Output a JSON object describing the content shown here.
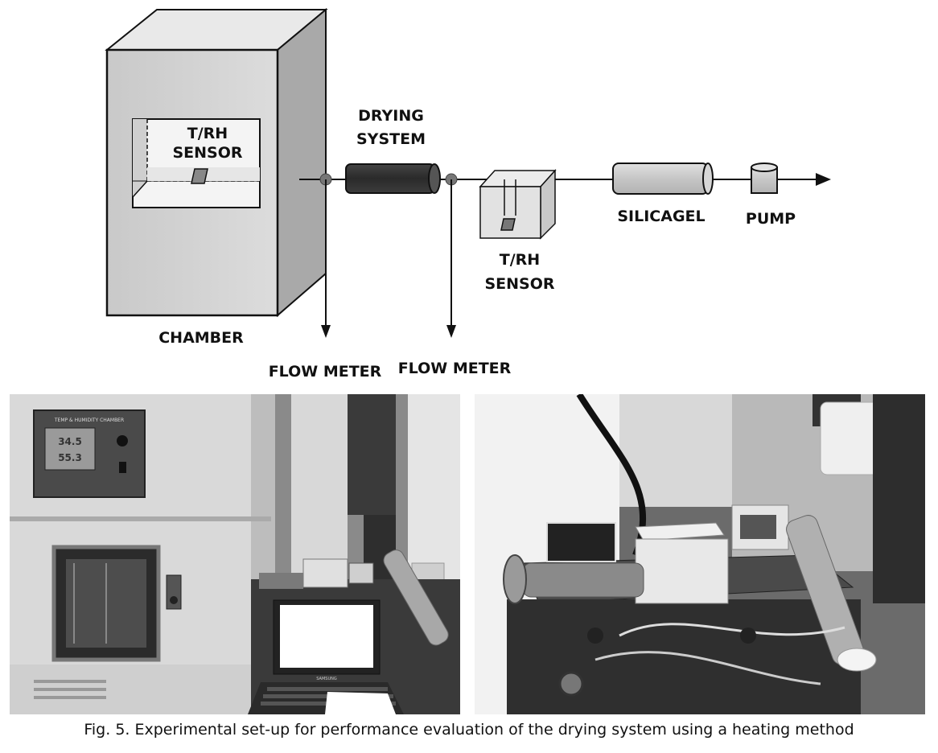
{
  "diagram": {
    "labels": {
      "chamber_sensor": [
        "T/RH",
        "SENSOR"
      ],
      "drying_system": [
        "DRYING",
        "SYSTEM"
      ],
      "outlet_sensor": [
        "T/RH",
        "SENSOR"
      ],
      "silicagel": "SILICAGEL",
      "pump": "PUMP",
      "chamber": "CHAMBER",
      "flow_meter_1": "FLOW METER",
      "flow_meter_2": "FLOW METER"
    }
  },
  "photos": {
    "left": {
      "panel_title": "TEMP & HUMIDITY CHAMBER",
      "display_values": [
        "34.5",
        "55.3"
      ],
      "laptop_brand": "SAMSUNG"
    },
    "right": {}
  },
  "caption": "Fig. 5. Experimental set-up for performance evaluation of the drying system using a heating method"
}
